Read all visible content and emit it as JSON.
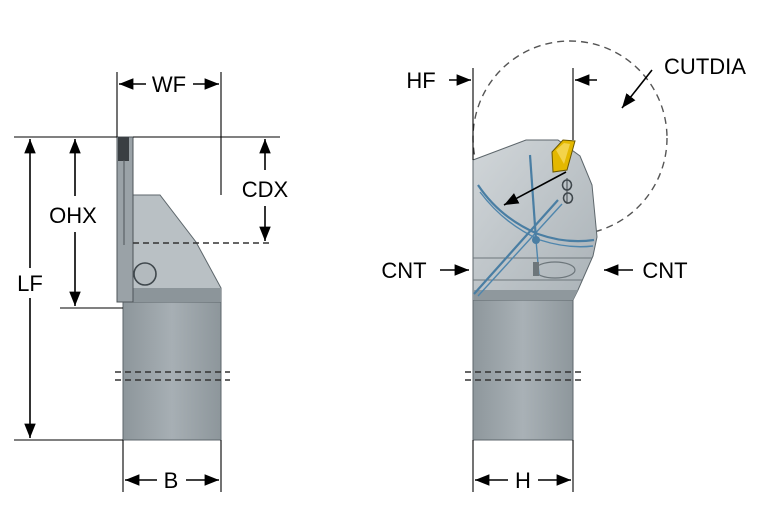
{
  "labels": {
    "wf": "WF",
    "cdx": "CDX",
    "ohx": "OHX",
    "lf": "LF",
    "b": "B",
    "hf": "HF",
    "cutdia": "CUTDIA",
    "cnt_left": "CNT",
    "cnt_right": "CNT",
    "h": "H"
  },
  "colors": {
    "body_light": "#c4cacd",
    "body_mid": "#9ea6ab",
    "body_dark": "#7e878c",
    "edge": "#3f474c",
    "insert": "#e4b800",
    "coolant_line": "#4a7ea3"
  }
}
